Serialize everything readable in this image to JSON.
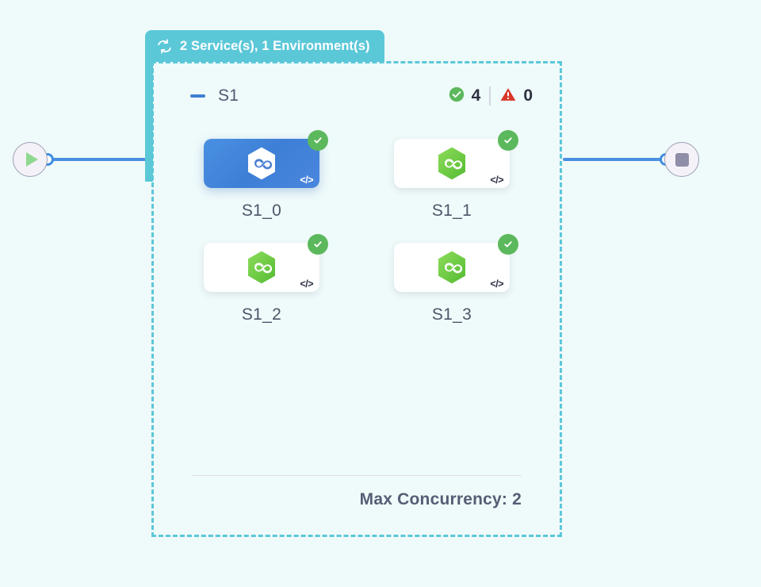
{
  "canvas": {
    "background_color": "#effafa"
  },
  "start_node": {
    "name": "start-node",
    "icon": "play-icon",
    "shape_color": "#8fd88f"
  },
  "end_node": {
    "name": "end-node",
    "icon": "stop-icon",
    "shape_color": "#8e8ea8"
  },
  "edges": {
    "left_label": "start-to-group-edge",
    "right_label": "group-to-end-edge",
    "color": "#4a90e2"
  },
  "group": {
    "header": {
      "icon": "loop-refresh-icon",
      "title": "2 Service(s), 1 Environment(s)",
      "background_color": "#5bc8d8"
    },
    "border_color": "#5bc8d8",
    "toolbar": {
      "collapse_icon": "minus-icon",
      "name": "S1",
      "counters": [
        {
          "icon": "check-circle-icon",
          "icon_color": "#5cb85c",
          "value": "4"
        },
        {
          "icon": "warning-triangle-icon",
          "icon_color": "#d9372a",
          "value": "0"
        }
      ]
    },
    "nodes": [
      {
        "label": "S1_0",
        "selected": true,
        "hex_icon": "nodejs-hexagon-icon",
        "status_icon": "check-circle-icon",
        "code_icon": "</>",
        "accent_color": "#4a90e2"
      },
      {
        "label": "S1_1",
        "selected": false,
        "hex_icon": "nodejs-hexagon-icon",
        "status_icon": "check-circle-icon",
        "code_icon": "</>",
        "accent_color": "#6ecc3f"
      },
      {
        "label": "S1_2",
        "selected": false,
        "hex_icon": "nodejs-hexagon-icon",
        "status_icon": "check-circle-icon",
        "code_icon": "</>",
        "accent_color": "#6ecc3f"
      },
      {
        "label": "S1_3",
        "selected": false,
        "hex_icon": "nodejs-hexagon-icon",
        "status_icon": "check-circle-icon",
        "code_icon": "</>",
        "accent_color": "#6ecc3f"
      }
    ],
    "footer": {
      "text": "Max Concurrency: 2"
    }
  }
}
